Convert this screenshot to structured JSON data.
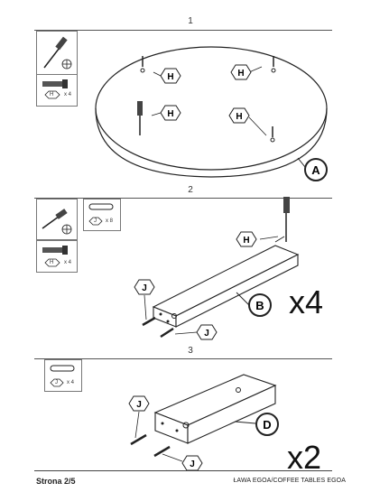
{
  "steps": [
    {
      "number": "1"
    },
    {
      "number": "2"
    },
    {
      "number": "3"
    }
  ],
  "parts": {
    "A": "A",
    "B": "B",
    "D": "D",
    "H": "H",
    "J": "J"
  },
  "quantities": {
    "step1_H": "x 4",
    "step2_J": "x 8",
    "step2_H": "x 4",
    "step3_J": "x 4",
    "step2_multiplier": "x4",
    "step3_multiplier": "x2"
  },
  "footer": {
    "page": "Strona 2/5",
    "title": "ŁAWA EGOA/COFFEE TABLES EGOA"
  }
}
